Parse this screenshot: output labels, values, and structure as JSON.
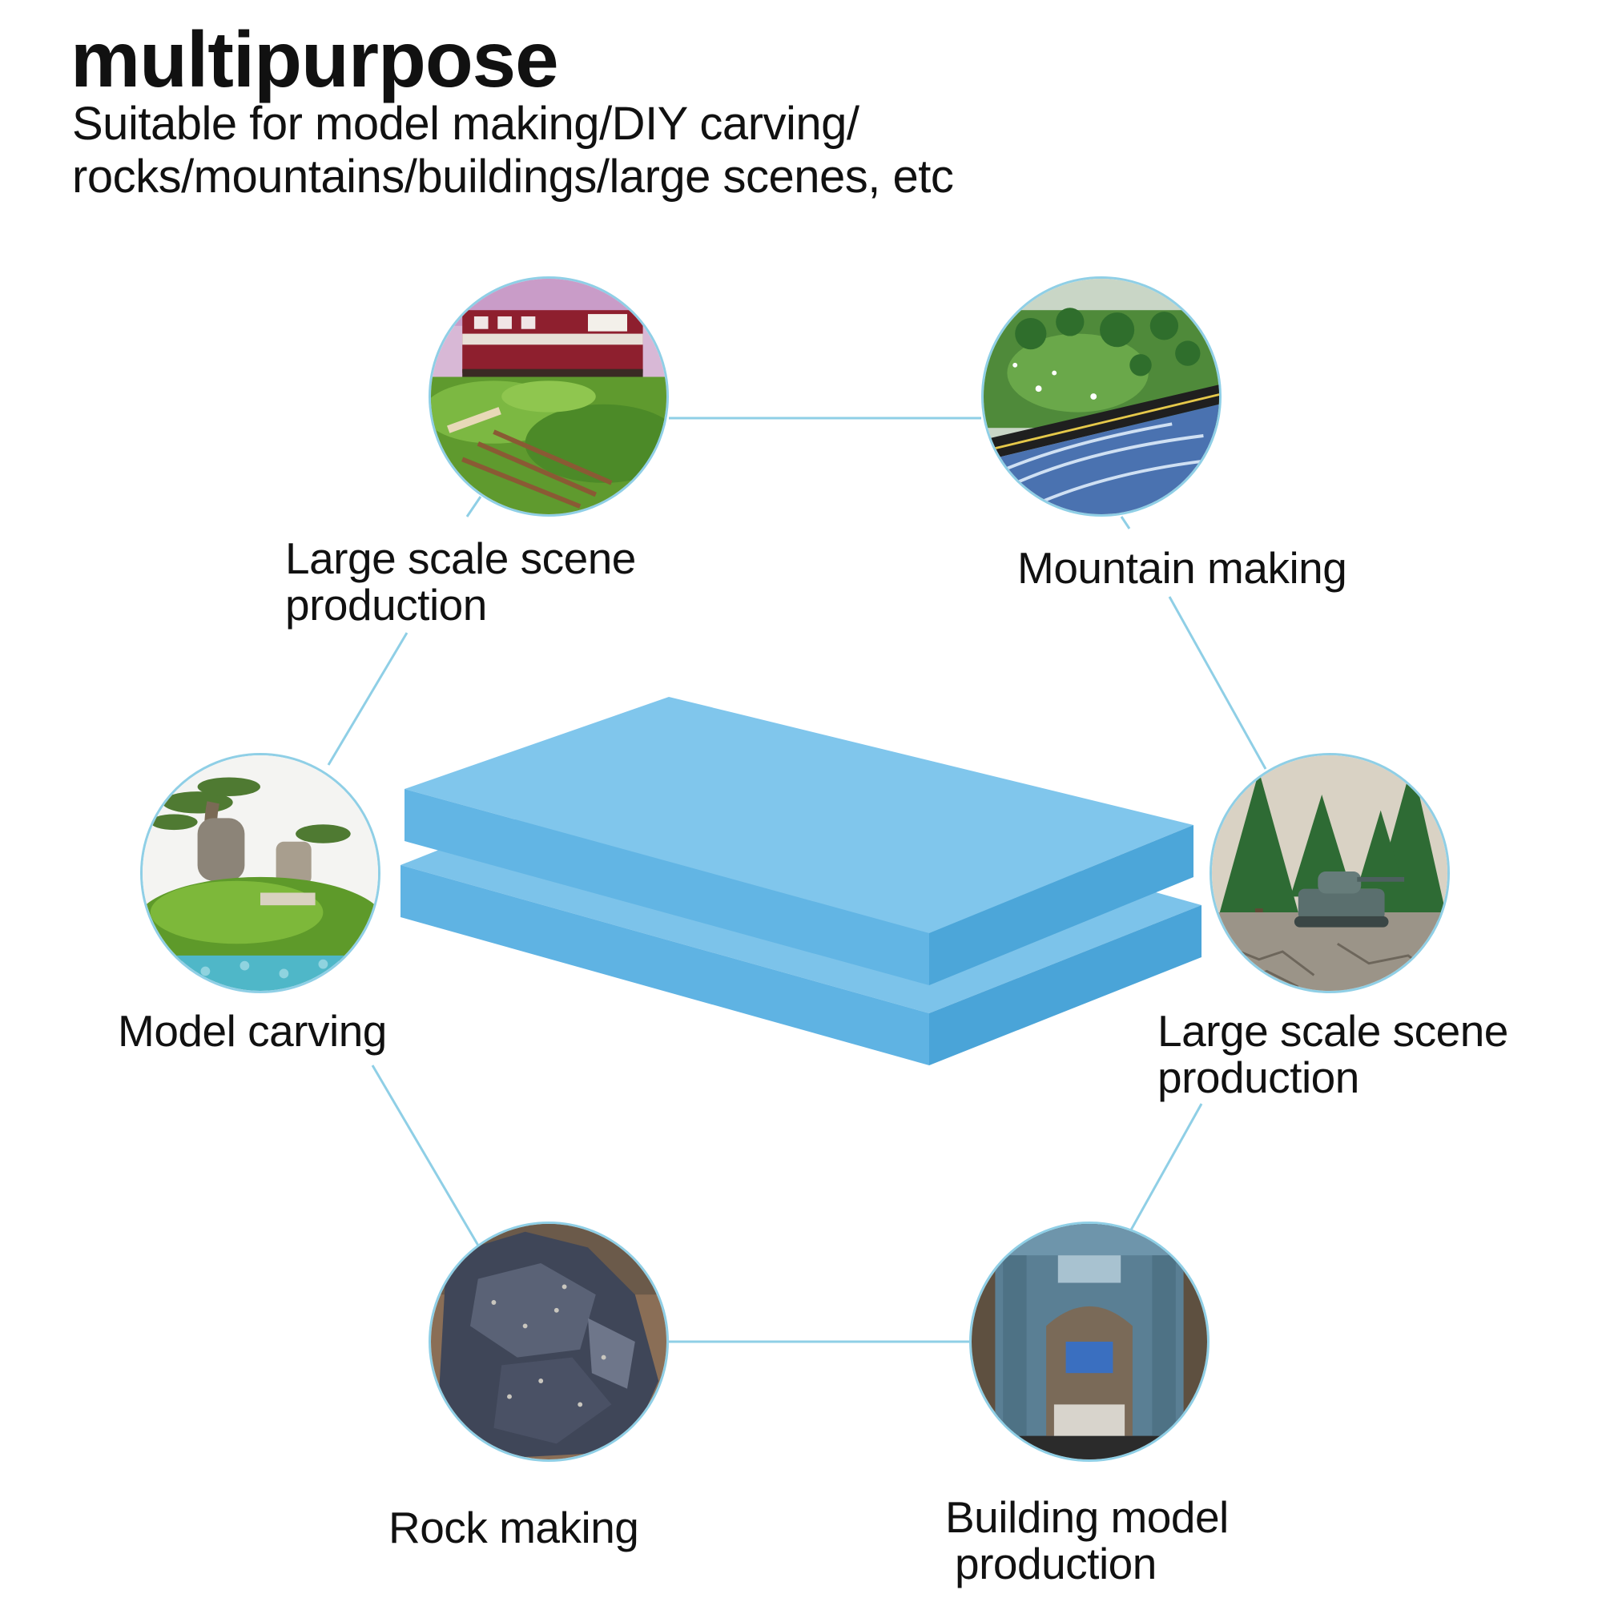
{
  "heading": {
    "title": "multipurpose",
    "subtitle_line1": "Suitable for model making/DIY carving/",
    "subtitle_line2": "rocks/mountains/buildings/large scenes, etc"
  },
  "uses": [
    {
      "line1": "Large scale scene",
      "line2": "production",
      "icon": "model-train-scene-photo"
    },
    {
      "line1": "Mountain making",
      "line2": "",
      "icon": "mountain-diorama-photo"
    },
    {
      "line1": "Model carving",
      "line2": "",
      "icon": "bonsai-landscape-photo"
    },
    {
      "line1": "Large scale scene",
      "line2": "production",
      "icon": "tank-forest-diorama-photo"
    },
    {
      "line1": "Rock making",
      "line2": "",
      "icon": "carved-rock-photo"
    },
    {
      "line1": "Building model",
      "line2": "production",
      "icon": "building-facade-model-photo"
    }
  ],
  "product": {
    "icon": "blue-foam-boards-image"
  },
  "colors": {
    "connector": "#8fcfe6",
    "foam_top": "#7cc3ea",
    "foam_front": "#5fb3e3",
    "foam_side": "#4aa4d8"
  }
}
